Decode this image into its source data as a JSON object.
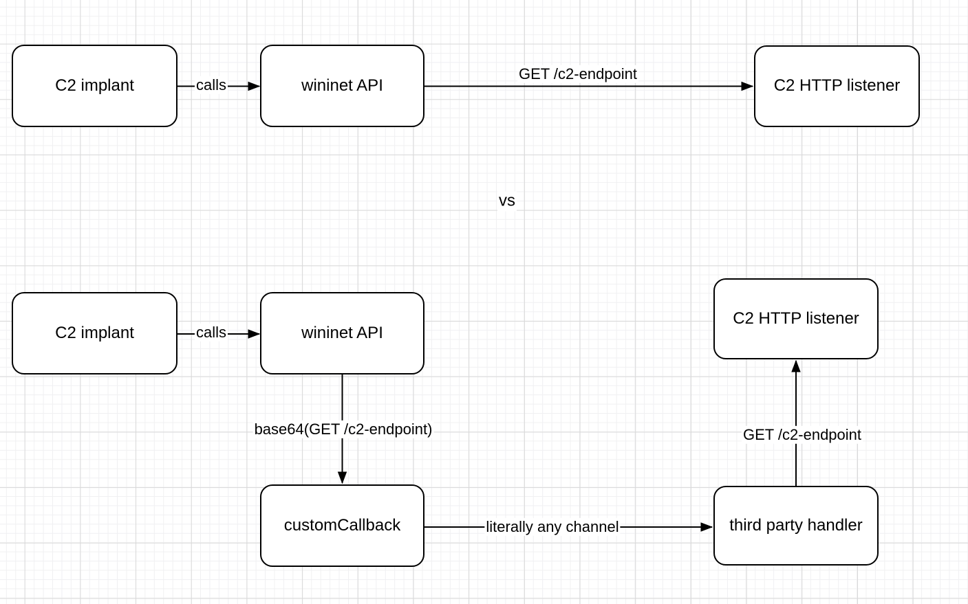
{
  "diagram": {
    "divider_label": "vs",
    "top_flow": {
      "c2_implant": "C2 implant",
      "wininet_api": "wininet API",
      "c2_http_listener": "C2 HTTP listener",
      "edge_calls": "calls",
      "edge_get_endpoint": "GET /c2-endpoint"
    },
    "bottom_flow": {
      "c2_implant": "C2 implant",
      "wininet_api": "wininet API",
      "custom_callback": "customCallback",
      "third_party_handler": "third party handler",
      "c2_http_listener": "C2 HTTP listener",
      "edge_calls": "calls",
      "edge_base64": "base64(GET /c2-endpoint)",
      "edge_any_channel": "literally any channel",
      "edge_get_endpoint": "GET /c2-endpoint"
    },
    "colors": {
      "background": "#ffffff",
      "grid_minor": "#f0f0f2",
      "grid_major": "#d9d9d9",
      "node_fill": "#ffffff",
      "stroke": "#000000"
    }
  }
}
